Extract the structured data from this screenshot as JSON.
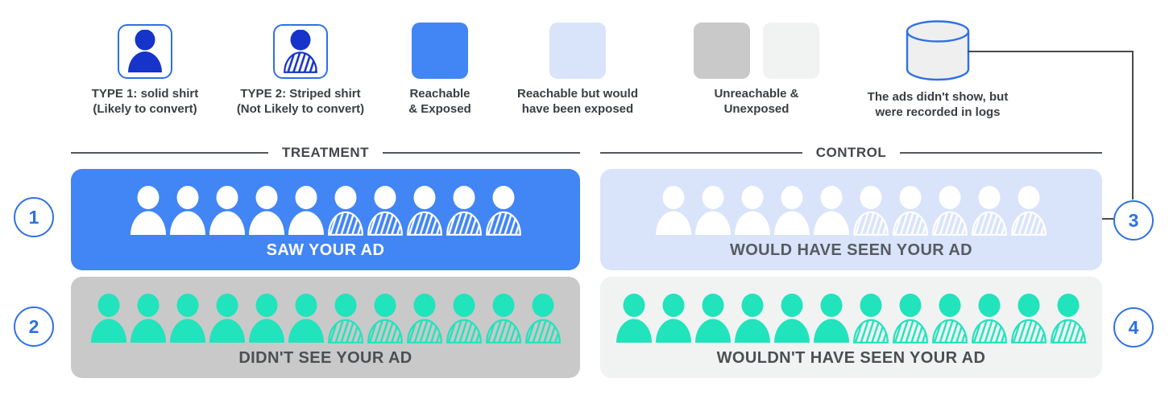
{
  "legend": {
    "items": [
      {
        "id": "type1",
        "icon": "person-solid-icon",
        "line1": "TYPE 1: solid shirt",
        "line2": "(Likely to convert)"
      },
      {
        "id": "type2",
        "icon": "person-striped-icon",
        "line1": "TYPE 2: Striped shirt",
        "line2": "(Not Likely to convert)"
      },
      {
        "id": "reachable-exposed",
        "icon": "blue-square",
        "line1": "Reachable",
        "line2": "& Exposed"
      },
      {
        "id": "reachable-unexposed",
        "icon": "light-blue-square",
        "line1": "Reachable but would",
        "line2": "have been exposed"
      },
      {
        "id": "unreachable-unexposed",
        "icon": "gray-squares",
        "line1": "Unreachable &",
        "line2": "Unexposed"
      },
      {
        "id": "logs",
        "icon": "database-cylinder-icon",
        "line1": "The ads didn't show, but",
        "line2": "were recorded in logs"
      }
    ]
  },
  "sections": {
    "treatment": "TREATMENT",
    "control": "CONTROL"
  },
  "groups": [
    {
      "badge": "1",
      "label": "SAW YOUR AD",
      "solid": 5,
      "striped": 5,
      "box_color": "#4285F4",
      "person_color": "#FFFFFF",
      "label_color": "#FFFFFF"
    },
    {
      "badge": "2",
      "label": "DIDN'T SEE YOUR AD",
      "solid": 6,
      "striped": 6,
      "box_color": "#C9C9C9",
      "person_color": "#21E3BC",
      "label_color": "#4b4f52"
    },
    {
      "badge": "3",
      "label": "WOULD HAVE SEEN YOUR AD",
      "solid": 5,
      "striped": 5,
      "box_color": "#D9E4FB",
      "person_color": "#FFFFFF",
      "label_color": "#565b60"
    },
    {
      "badge": "4",
      "label": "WOULDN'T HAVE SEEN YOUR AD",
      "solid": 6,
      "striped": 6,
      "box_color": "#F1F2F2",
      "person_color": "#21E3BC",
      "label_color": "#4b4f52"
    }
  ],
  "palette": {
    "blue": "#4285F4",
    "light_blue": "#D9E4FB",
    "gray": "#C9C9C9",
    "light_gray": "#F1F2F2",
    "teal": "#21E3BC",
    "legend_person_blue": "#1634C9",
    "outline_blue": "#2E71E5",
    "cyl_fill": "#EFEFEF",
    "connector_gray": "#4A4A4A"
  }
}
